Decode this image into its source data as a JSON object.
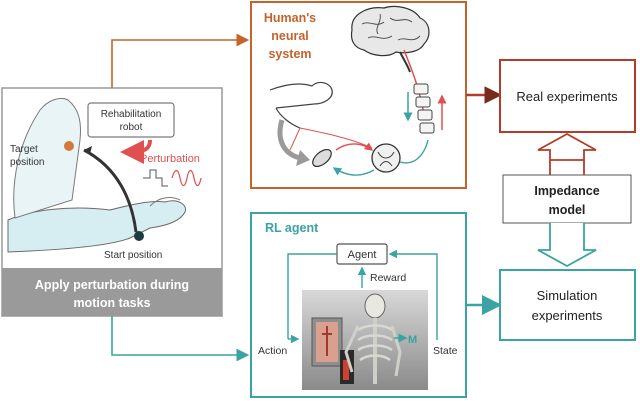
{
  "left_panel": {
    "caption": "Apply perturbation during motion tasks",
    "caption_line1": "Apply perturbation during",
    "caption_line2": "motion tasks",
    "robot_label_line1": "Rehabilitation",
    "robot_label_line2": "robot",
    "target_label_line1": "Target",
    "target_label_line2": "position",
    "start_label": "Start position",
    "perturbation_label": "Perturbation"
  },
  "neural_panel": {
    "title_line1": "Human's",
    "title_line2": "neural",
    "title_line3": "system"
  },
  "rl_panel": {
    "title": "RL agent",
    "agent_label": "Agent",
    "reward_label": "Reward",
    "action_label": "Action",
    "state_label": "State",
    "m_label": "M"
  },
  "right_panel": {
    "real_experiments": "Real experiments",
    "impedance_line1": "Impedance",
    "impedance_line2": "model",
    "simulation_line1": "Simulation",
    "simulation_line2": "experiments"
  },
  "colors": {
    "orange": "#c5632a",
    "teal": "#3aa3a3",
    "dark_red": "#b23c2a",
    "gray_panel": "#9a9a9a",
    "perturbation_red": "#e05050"
  }
}
